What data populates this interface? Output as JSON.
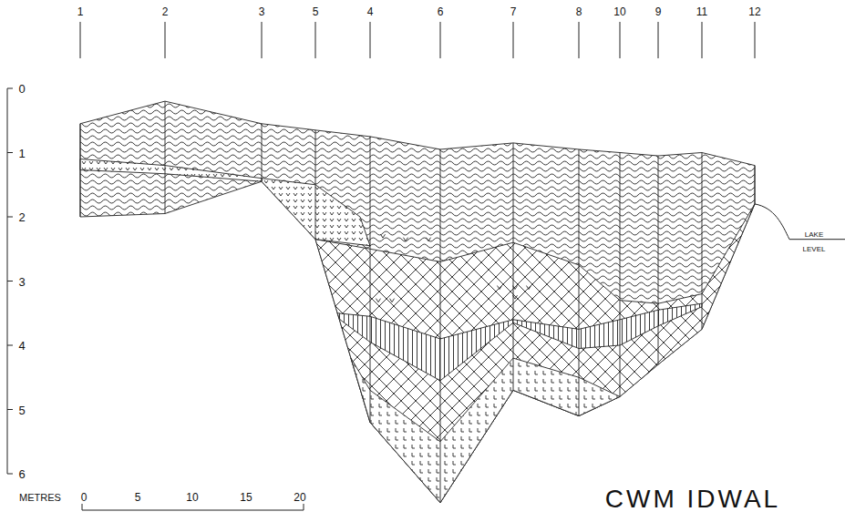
{
  "diagram": {
    "title": "CWM IDWAL",
    "labels": [
      "1",
      "2",
      "3",
      "5",
      "4",
      "6",
      "7",
      "8",
      "10",
      "9",
      "11",
      "12",
      "0",
      "1",
      "2",
      "3",
      "4",
      "5",
      "6",
      "LAKE",
      "LEVEL",
      "METRES",
      "0",
      "5",
      "10",
      "15",
      "20"
    ]
  }
}
